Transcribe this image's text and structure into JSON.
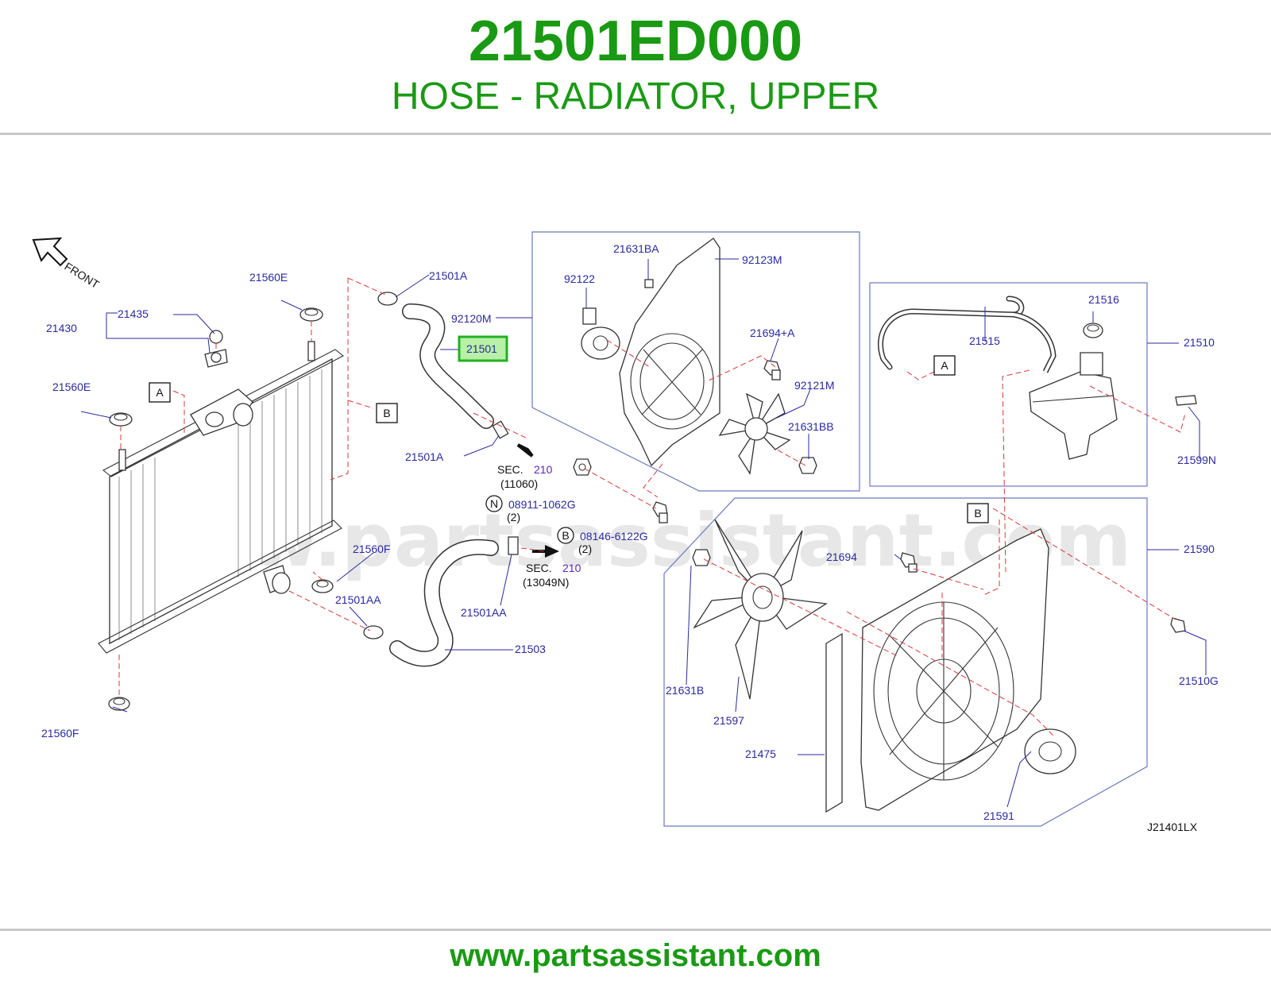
{
  "header": {
    "part_number": "21501ED000",
    "description": "HOSE - RADIATOR, UPPER"
  },
  "footer": {
    "url": "www.partsassistant.com"
  },
  "diagram": {
    "watermark": "www.partsassistant.com",
    "front_label": "FRONT",
    "drawing_code": "J21401LX",
    "highlighted_callout": "21501",
    "callouts": {
      "c21560E_top": "21560E",
      "c21435": "21435",
      "c21430": "21430",
      "c21560E_left": "21560E",
      "c21560F_mid": "21560F",
      "c21501AA_left": "21501AA",
      "c21560F_bottom": "21560F",
      "c21501A_top": "21501A",
      "c92120M": "92120M",
      "c21501": "21501",
      "c21501A_bottom": "21501A",
      "c21501AA_mid": "21501AA",
      "c21503": "21503",
      "c08911": "08911-1062G",
      "c08146": "08146-6122G",
      "c21631BA": "21631BA",
      "c92123M": "92123M",
      "c92122": "92122",
      "c21694A": "21694+A",
      "c92121M": "92121M",
      "c21631BB": "21631BB",
      "c21516": "21516",
      "c21515": "21515",
      "c21510": "21510",
      "c21599N": "21599N",
      "c21590": "21590",
      "c21694": "21694",
      "c21510G": "21510G",
      "c21631B": "21631B",
      "c21597": "21597",
      "c21475": "21475",
      "c21591": "21591"
    },
    "refs": {
      "a1": "A",
      "b1": "B",
      "a2": "A",
      "b2": "B",
      "n_mark": "N",
      "b_mark": "B",
      "qty_n": "(2)",
      "qty_b": "(2)"
    },
    "sections": {
      "sec1_label": "SEC.",
      "sec1_num": "210",
      "sec1_code": "(11060)",
      "sec2_label": "SEC.",
      "sec2_num": "210",
      "sec2_code": "(13049N)"
    },
    "colors": {
      "brand_green": "#1a9a14",
      "label_blue": "#2a2aa0",
      "leader_red": "#d63a3a",
      "highlight_box": "#22b022",
      "highlight_fill": "#b8f0a8"
    }
  }
}
